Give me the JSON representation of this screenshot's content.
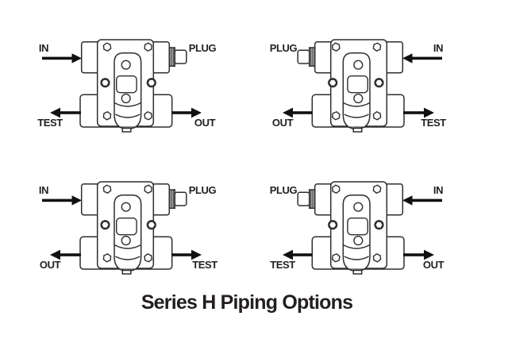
{
  "figure": {
    "caption": "Series H Piping Options"
  },
  "colors": {
    "line": "#2e2e2e",
    "arrow": "#111111",
    "text": "#231f20",
    "background": "#ffffff"
  },
  "icons": {
    "valve_body": "series-h-steam-trap-outline-drawing",
    "plug_fitting": "hex-plug-fitting-icon",
    "flow_arrow": "solid-black-flow-arrow"
  },
  "diagrams": [
    {
      "name": "piping-option-1",
      "mirrored": false,
      "labels": {
        "top_left": "IN",
        "top_right": "PLUG",
        "bottom_left": "TEST",
        "bottom_right": "OUT"
      },
      "arrows": {
        "top": "points-right-into-left-port",
        "bottom_left": "points-left-outward",
        "bottom_right": "points-right-outward"
      }
    },
    {
      "name": "piping-option-2",
      "mirrored": true,
      "labels": {
        "top_left": "PLUG",
        "top_right": "IN",
        "bottom_left": "OUT",
        "bottom_right": "TEST"
      },
      "arrows": {
        "top": "points-left-into-right-port",
        "bottom_left": "points-left-outward",
        "bottom_right": "points-right-outward"
      }
    },
    {
      "name": "piping-option-3",
      "mirrored": false,
      "labels": {
        "top_left": "IN",
        "top_right": "PLUG",
        "bottom_left": "OUT",
        "bottom_right": "TEST"
      },
      "arrows": {
        "top": "points-right-into-left-port",
        "bottom_left": "points-left-outward",
        "bottom_right": "points-right-outward"
      }
    },
    {
      "name": "piping-option-4",
      "mirrored": true,
      "labels": {
        "top_left": "PLUG",
        "top_right": "IN",
        "bottom_left": "TEST",
        "bottom_right": "OUT"
      },
      "arrows": {
        "top": "points-left-into-right-port",
        "bottom_left": "points-left-outward",
        "bottom_right": "points-right-outward"
      }
    }
  ]
}
